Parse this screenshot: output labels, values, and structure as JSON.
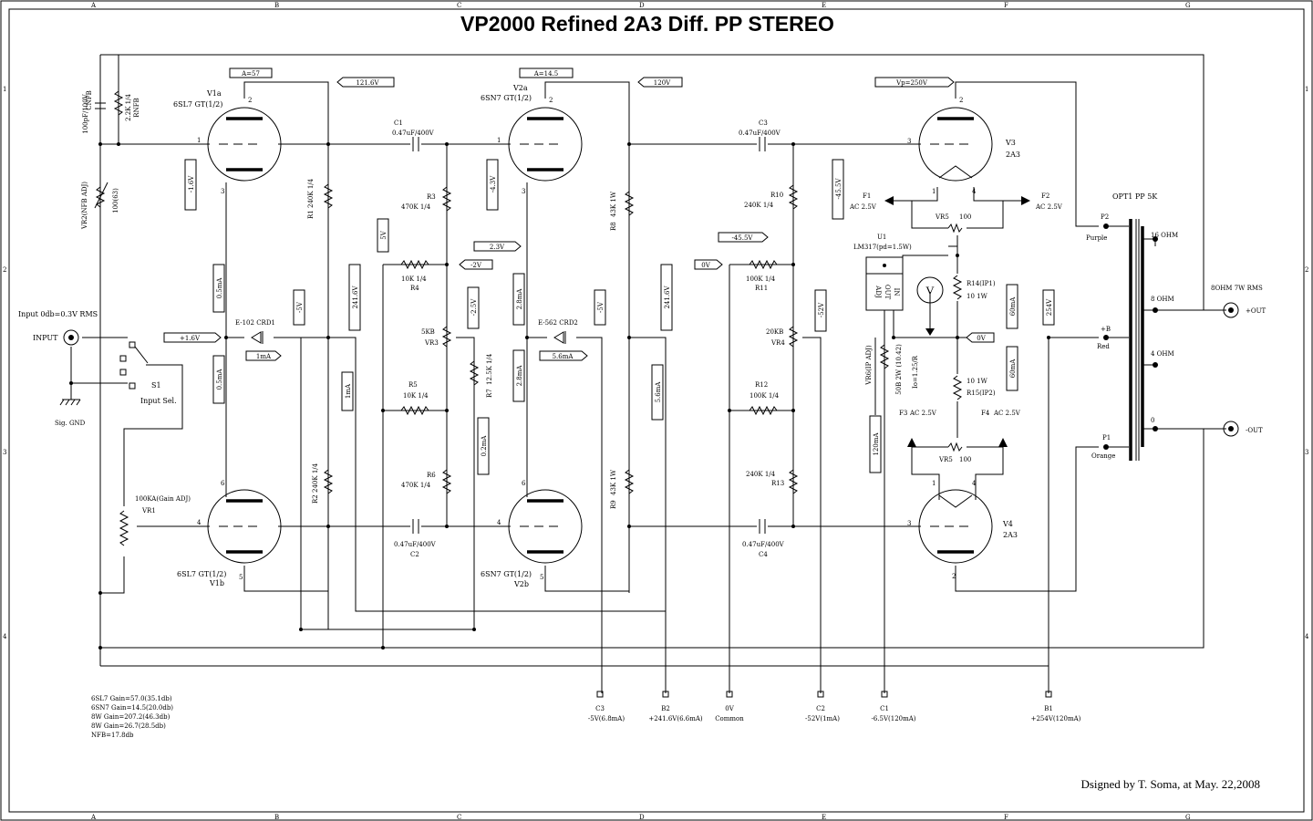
{
  "title": "VP2000 Refined 2A3 Diff. PP STEREO",
  "signature": "Dsigned by T. Soma, at May. 22,2008",
  "border": {
    "columns": [
      "A",
      "B",
      "C",
      "D",
      "E",
      "F",
      "G"
    ],
    "rows": [
      "1",
      "2",
      "3",
      "4"
    ]
  },
  "input": {
    "label": "INPUT",
    "spec": "Input 0db=0.3V RMS",
    "ground": "Sig. GND",
    "switch_ref": "S1",
    "switch_name": "Input Sel."
  },
  "tubes": {
    "v1a": {
      "ref": "V1a",
      "type": "6SL7 GT(1/2)",
      "pins": [
        "2",
        "1",
        "3"
      ],
      "gain": "A=57"
    },
    "v1b": {
      "ref": "V1b",
      "type": "6SL7 GT(1/2)",
      "pins": [
        "6",
        "4",
        "5"
      ]
    },
    "v2a": {
      "ref": "V2a",
      "type": "6SN7 GT(1/2)",
      "pins": [
        "2",
        "1",
        "3"
      ],
      "gain": "A=14.5"
    },
    "v2b": {
      "ref": "V2b",
      "type": "6SN7 GT(1/2)",
      "pins": [
        "6",
        "4",
        "5"
      ]
    },
    "v3": {
      "ref": "V3",
      "type": "2A3",
      "pins": [
        "2",
        "3",
        "1",
        "4"
      ],
      "plate": "Vp=250V"
    },
    "v4": {
      "ref": "V4",
      "type": "2A3",
      "pins": [
        "3",
        "1",
        "4",
        "2"
      ]
    }
  },
  "voltages": {
    "v1a_plate": "121.6V",
    "v2a_plate": "120V",
    "v1_grid": "-1.6V",
    "v1_current_top": "0.5mA",
    "v1_current_bot": "0.5mA",
    "v1_ccs_v": "-5V",
    "v1_cathode": "+1.6V",
    "v1_ccs_i": "1mA",
    "r1_v": "241.6V",
    "r1_i": "1mA",
    "v5": "5V",
    "v2_grid": "-4.3V",
    "v23": "2.3V",
    "vm2": "-2V",
    "vm25": "-2.5V",
    "v2_i_top": "2.8mA",
    "v2_i_bot": "2.8mA",
    "v2_ccs_v": "-5V",
    "v2_ccs_i": "5.6mA",
    "r8_v": "241.6V",
    "r8_i": "5.6mA",
    "r7_i": "0.2mA",
    "bias_ref": "0V",
    "bias_neg": "-45.5V",
    "v3_grid": "-45.5V",
    "vm52": "-52V",
    "fil_mid": "0V",
    "v3_i": "60mA",
    "v4_i": "60mA",
    "b_plus": "254V",
    "u1_i": "120mA"
  },
  "components": {
    "cnfb": "CNFB",
    "cnfb_val": "100pF/100V",
    "rnfb": "RNFB",
    "rnfb_val": "2.2K 1/4",
    "vr2": "VR2(NFB ADJ)",
    "vr2_val": "100(63)",
    "vr1": "VR1",
    "vr1_val": "100KA(Gain ADJ)",
    "c1": "C1",
    "c1_val": "0.47uF/400V",
    "c2": "C2",
    "c2_val": "0.47uF/400V",
    "c3": "C3",
    "c3_val": "0.47uF/400V",
    "c4": "C4",
    "c4_val": "0.47uF/400V",
    "r1": "R1",
    "r1_val": "240K 1/4",
    "r2": "R2",
    "r2_val": "240K 1/4",
    "r3": "R3",
    "r3_val": "470K 1/4",
    "r4": "R4",
    "r4_val": "10K 1/4",
    "r5": "R5",
    "r5_val": "10K 1/4",
    "r6": "R6",
    "r6_val": "470K 1/4",
    "r7": "R7",
    "r7_val": "12.5K 1/4",
    "r8": "R8",
    "r8_val": "43K 1W",
    "r9": "R9",
    "r9_val": "43K 1W",
    "r10": "R10",
    "r10_val": "240K 1/4",
    "r11": "R11",
    "r11_val": "100K 1/4",
    "r12": "R12",
    "r12_val": "100K 1/4",
    "r13": "R13",
    "r13_val": "240K 1/4",
    "r14": "R14(IP1)",
    "r14_val": "10 1W",
    "r15": "R15(IP2)",
    "r15_val": "10 1W",
    "vr3": "VR3",
    "vr3_val": "5KB",
    "vr4": "VR4",
    "vr4_val": "20KB",
    "vr5a": "VR5",
    "vr5a_val": "100",
    "vr5b": "VR5",
    "vr5b_val": "100",
    "vr6": "VR6(IP ADJ)",
    "vr6_val": "50B 2W (10.42)",
    "io": "Io=1.25/R",
    "crd1": "E-102 CRD1",
    "crd2": "E-562 CRD2",
    "u1": "U1",
    "u1_val": "LM317(pd=1.5W)",
    "u1_pins": [
      "ADJ",
      "OUT",
      "IN"
    ],
    "meter": "V",
    "f1": "F1",
    "f1_val": "AC 2.5V",
    "f2": "F2",
    "f2_val": "AC 2.5V",
    "f3": "F3",
    "f3_val": "AC 2.5V",
    "f4": "F4",
    "f4_val": "AC 2.5V"
  },
  "transformer": {
    "ref": "OPT1 PP 5K",
    "p2": "P2",
    "p2_color": "Purple",
    "bplus": "+B",
    "bplus_color": "Red",
    "p1": "P1",
    "p1_color": "Orange",
    "taps": [
      "16 OHM",
      "8 OHM",
      "4 OHM",
      "0"
    ],
    "load": "8OHM 7W RMS",
    "out_pos": "+OUT",
    "out_neg": "-OUT"
  },
  "supply_terminals": [
    {
      "ref": "C3",
      "desc": "-5V(6.8mA)"
    },
    {
      "ref": "B2",
      "desc": "+241.6V(6.6mA)"
    },
    {
      "ref": "0V",
      "desc": "Common"
    },
    {
      "ref": "C2",
      "desc": "-52V(1mA)"
    },
    {
      "ref": "C1",
      "desc": "-6.5V(120mA)"
    },
    {
      "ref": "B1",
      "desc": "+254V(120mA)"
    }
  ],
  "gain_notes": [
    "6SL7 Gain=57.0(35.1db)",
    "6SN7 Gain=14.5(20.0db)",
    "8W Gain=207.2(46.3db)",
    "8W Gain=26.7(28.5db)",
    "NFB=17.8db"
  ]
}
